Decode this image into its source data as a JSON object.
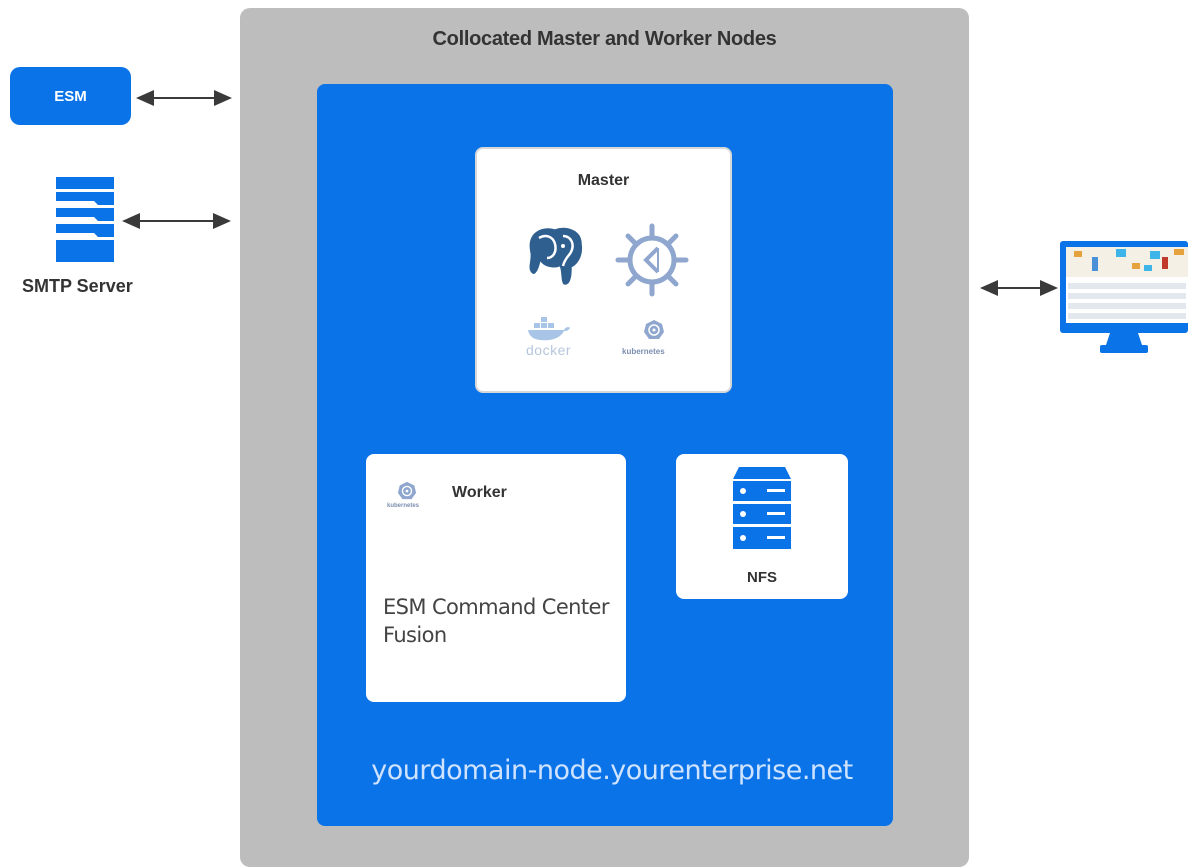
{
  "diagram": {
    "outer_title": "Collocated Master and Worker Nodes",
    "esm_label": "ESM",
    "smtp_label": "SMTP Server",
    "master": {
      "title": "Master",
      "docker_text": "docker",
      "kubernetes_text": "kubernetes"
    },
    "worker": {
      "title": "Worker",
      "kubernetes_text": "kubernetes",
      "description": "ESM Command Center Fusion"
    },
    "nfs_label": "NFS",
    "domain": "yourdomain-node.yourenterprise.net"
  },
  "colors": {
    "accent_blue": "#0a73e8",
    "container_gray": "#bdbdbd"
  },
  "icons": [
    "postgresql-icon",
    "kubernetes-control-icon",
    "docker-icon",
    "kubernetes-icon",
    "server-rack-icon",
    "monitor-icon"
  ]
}
